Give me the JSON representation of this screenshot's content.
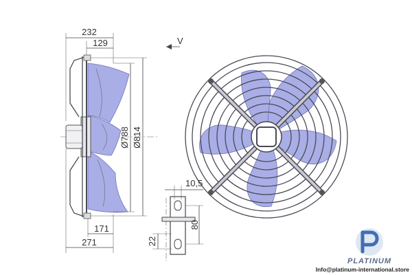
{
  "dimensions": {
    "overall_depth": "232",
    "flange_depth": "129",
    "blade_diameter": "Ø788",
    "guard_diameter": "Ø814",
    "foot_depth": "171",
    "total_depth": "271",
    "hole_width": "10,5",
    "slot_length": "80",
    "foot_offset": "22"
  },
  "view_label": "V",
  "brand": {
    "name": "PLATINUM",
    "website": "Info@platinum-international.store"
  },
  "colors": {
    "blade_fill": "#a9aee6",
    "blade_stroke": "#6d72b8",
    "wire": "#4a4a55",
    "logo_blue": "#3f6fb5"
  }
}
